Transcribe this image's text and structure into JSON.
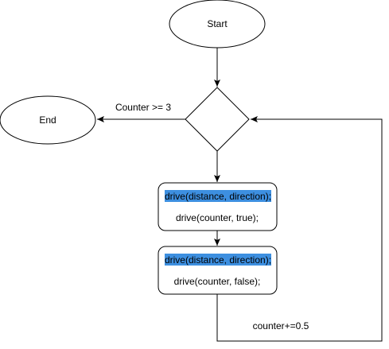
{
  "flowchart": {
    "start_label": "Start",
    "end_label": "End",
    "condition_label": "Counter >= 3",
    "process_1": {
      "highlighted_line": "drive(distance, direction);",
      "line": "drive(counter, true);"
    },
    "process_2": {
      "highlighted_line": "drive(distance, direction);",
      "line": "drive(counter, false);"
    },
    "increment_label": "counter+=0.5"
  },
  "colors": {
    "stroke": "#000000",
    "fill": "#ffffff",
    "text_highlight": "#3d8fe0"
  }
}
